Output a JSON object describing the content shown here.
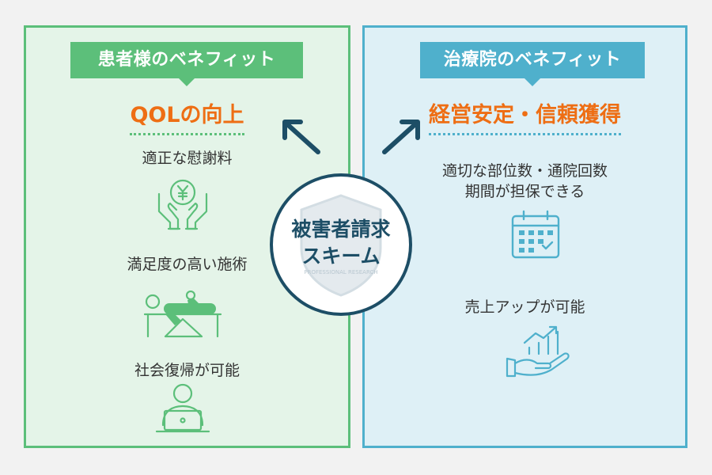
{
  "left": {
    "tag": "患者様のベネフィット",
    "headline": "QOLの向上",
    "items": [
      {
        "label": "適正な慰謝料",
        "icon": "hands-yen-icon"
      },
      {
        "label": "満足度の高い施術",
        "icon": "massage-treatment-icon"
      },
      {
        "label": "社会復帰が可能",
        "icon": "person-laptop-icon"
      }
    ]
  },
  "right": {
    "tag": "治療院のベネフィット",
    "headline": "経営安定・信頼獲得",
    "items": [
      {
        "label_line1": "適切な部位数・通院回数",
        "label_line2": "期間が担保できる",
        "icon": "calendar-icon"
      },
      {
        "label": "売上アップが可能",
        "icon": "hand-growth-chart-icon"
      }
    ]
  },
  "center": {
    "line1": "被害者請求",
    "line2": "スキーム",
    "watermark": "PROFESSIONAL RESEARCH"
  },
  "colors": {
    "green": "#5cbf7a",
    "blue": "#4fb0cc",
    "orange": "#ee6e14",
    "navy": "#1d4e66"
  }
}
